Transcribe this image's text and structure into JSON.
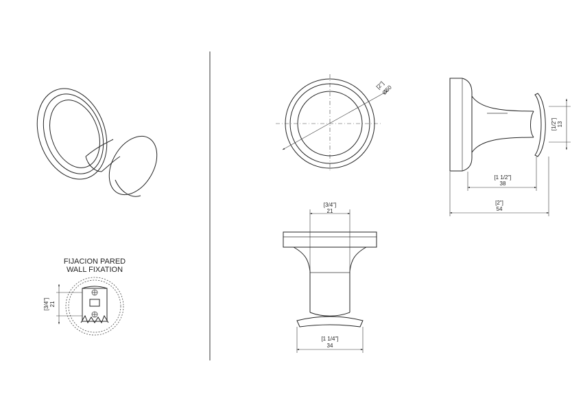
{
  "wall_fixation": {
    "title_es": "FIJACION PARED",
    "title_en": "WALL FIXATION",
    "height_in": "[3/4\"]",
    "height_mm": "21"
  },
  "front_view": {
    "diameter_in": "[2\"]",
    "diameter_mm": "Ø50"
  },
  "side_view": {
    "knob_height_in": "[1/2\"]",
    "knob_height_mm": "13",
    "projection_in": "[1 1/2\"]",
    "projection_mm": "38",
    "total_in": "[2\"]",
    "total_mm": "54"
  },
  "bottom_view": {
    "neck_width_in": "[3/4\"]",
    "neck_width_mm": "21",
    "cap_width_in": "[1 1/4\"]",
    "cap_width_mm": "34"
  }
}
